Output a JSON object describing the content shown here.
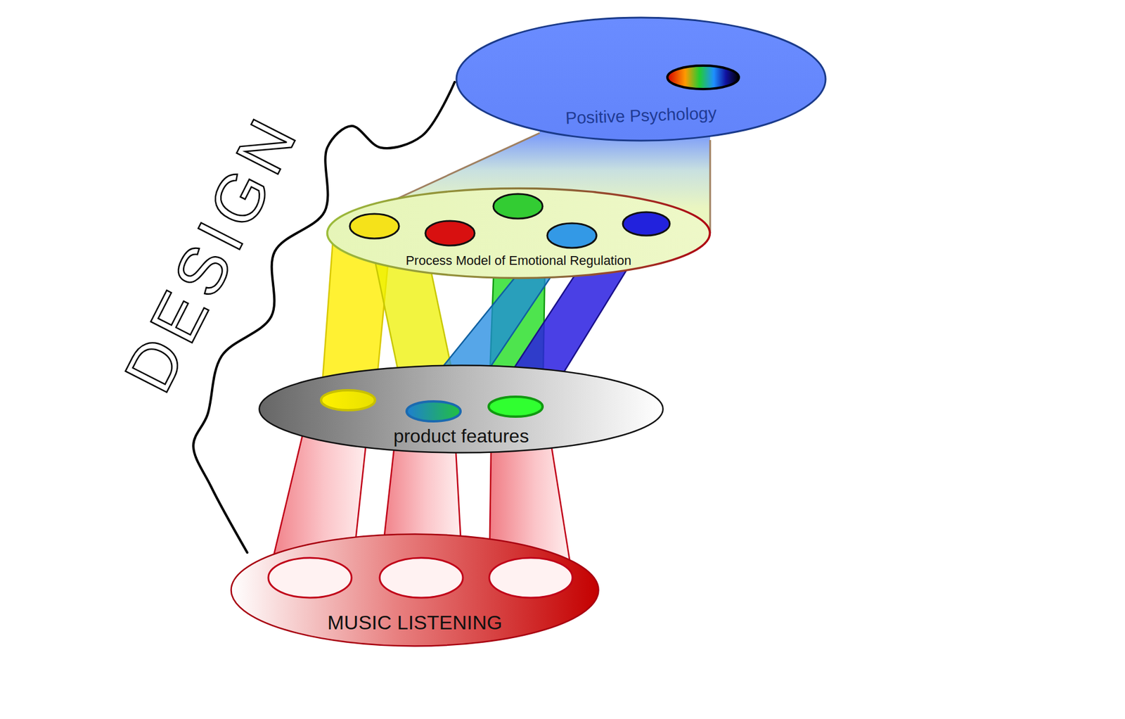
{
  "diagram": {
    "nodes": [
      {
        "text": [
          "Positive Psychology"
        ]
      },
      {
        "text": [
          "Process Model of Emotional Regulation"
        ]
      },
      {
        "text": [
          "product features"
        ]
      },
      {
        "text": [
          "MUSIC LISTENING"
        ]
      }
    ],
    "edges": [
      {
        "from": 0,
        "to": 1,
        "arrow": "none"
      },
      {
        "from": 1,
        "to": 2,
        "arrow": "none"
      },
      {
        "from": 2,
        "to": 3,
        "arrow": "none"
      }
    ],
    "labels": [
      "DESIGN"
    ]
  }
}
